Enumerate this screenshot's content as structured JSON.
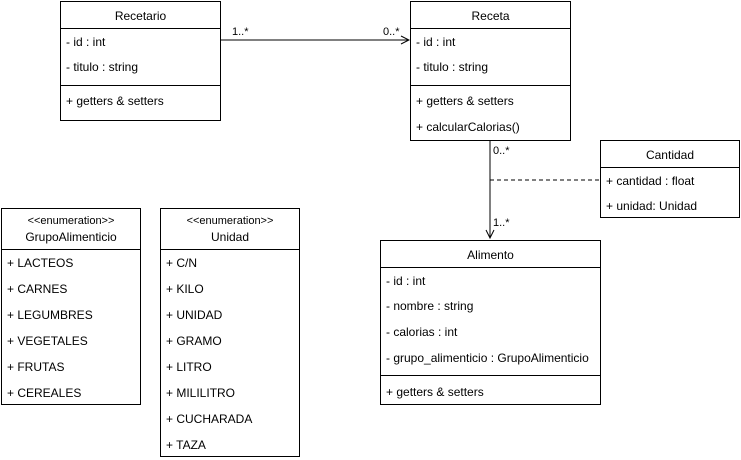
{
  "colors": {
    "stroke": "#000000",
    "background": "#ffffff",
    "text": "#000000"
  },
  "classes": {
    "recetario": {
      "name": "Recetario",
      "attributes": [
        "- id : int",
        "- titulo : string"
      ],
      "operations": [
        "+ getters & setters"
      ]
    },
    "receta": {
      "name": "Receta",
      "attributes": [
        "- id : int",
        "- titulo : string"
      ],
      "operations": [
        "+ getters & setters",
        "+ calcularCalorias()"
      ]
    },
    "cantidad": {
      "name": "Cantidad",
      "attributes": [
        "+ cantidad : float",
        "+ unidad: Unidad"
      ]
    },
    "alimento": {
      "name": "Alimento",
      "attributes": [
        "- id : int",
        "- nombre : string",
        "- calorias : int",
        "- grupo_alimenticio : GrupoAlimenticio"
      ],
      "operations": [
        "+ getters & setters"
      ]
    },
    "grupo_alimenticio": {
      "stereotype": "<<enumeration>>",
      "name": "GrupoAlimenticio",
      "literals": [
        "+ LACTEOS",
        "+ CARNES",
        "+ LEGUMBRES",
        "+ VEGETALES",
        "+ FRUTAS",
        "+ CEREALES"
      ]
    },
    "unidad": {
      "stereotype": "<<enumeration>>",
      "name": "Unidad",
      "literals": [
        "+ C/N",
        "+ KILO",
        "+ UNIDAD",
        "+ GRAMO",
        "+ LITRO",
        "+ MILILITRO",
        "+ CUCHARADA",
        "+ TAZA"
      ]
    }
  },
  "associations": {
    "recetario_receta": {
      "source_multiplicity": "1..*",
      "target_multiplicity": "0..*"
    },
    "receta_alimento": {
      "source_multiplicity": "0..*",
      "target_multiplicity": "1..*"
    }
  }
}
